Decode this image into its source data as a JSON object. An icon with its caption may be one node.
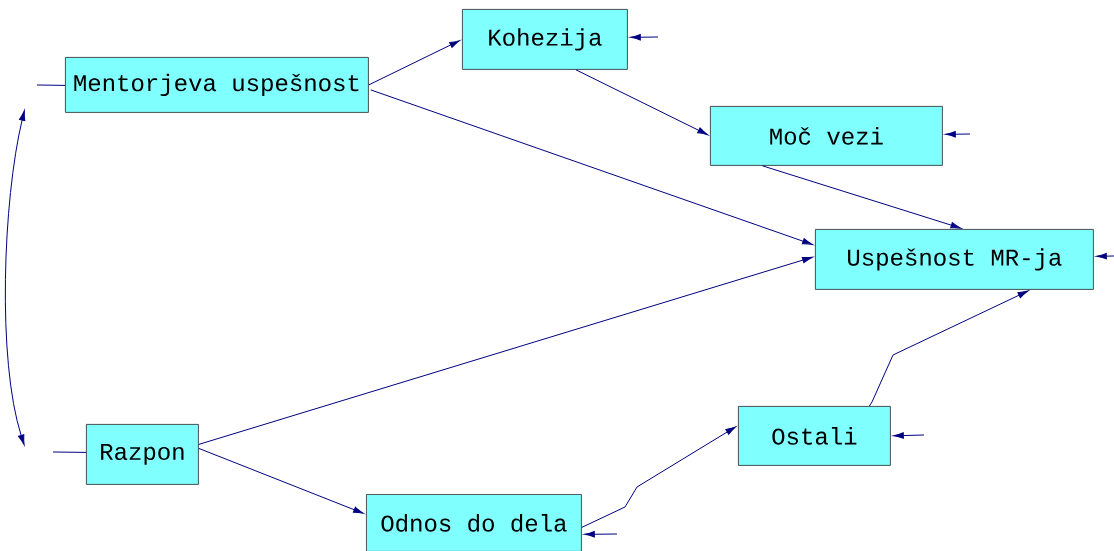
{
  "diagram": {
    "nodes": [
      {
        "text": [
          "Mentorjeva uspešnost"
        ]
      },
      {
        "text": [
          "Kohezija"
        ]
      },
      {
        "text": [
          "Moč vezi"
        ]
      },
      {
        "text": [
          "Uspešnost MR-ja"
        ]
      },
      {
        "text": [
          "Razpon"
        ]
      },
      {
        "text": [
          "Odnos do dela"
        ]
      },
      {
        "text": [
          "Ostali"
        ]
      }
    ],
    "edges": [
      {
        "from": 0,
        "to": 1,
        "arrow": "to"
      },
      {
        "from": 1,
        "to": 2,
        "arrow": "to"
      },
      {
        "from": 0,
        "to": 3,
        "arrow": "to"
      },
      {
        "from": 2,
        "to": 3,
        "arrow": "to"
      },
      {
        "from": 4,
        "to": 3,
        "arrow": "to"
      },
      {
        "from": 4,
        "to": 5,
        "arrow": "to"
      },
      {
        "from": 5,
        "to": 6,
        "arrow": "to"
      },
      {
        "from": 6,
        "to": 3,
        "arrow": "to"
      },
      {
        "from": null,
        "to": 1,
        "arrow": "to"
      },
      {
        "from": null,
        "to": 2,
        "arrow": "to"
      },
      {
        "from": null,
        "to": 3,
        "arrow": "to"
      },
      {
        "from": null,
        "to": 5,
        "arrow": "to"
      },
      {
        "from": null,
        "to": 6,
        "arrow": "to"
      },
      {
        "from": null,
        "to": 0,
        "arrow": "none"
      },
      {
        "from": null,
        "to": 4,
        "arrow": "none"
      },
      {
        "from": 0,
        "to": 4,
        "arrow": "both"
      }
    ]
  }
}
